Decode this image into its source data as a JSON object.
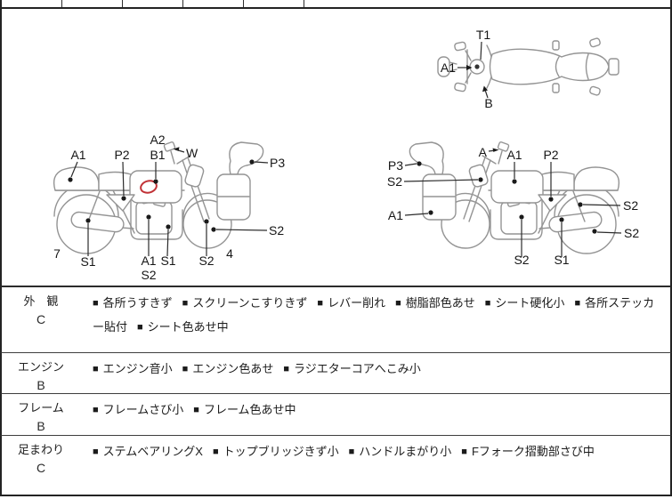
{
  "bullet": "■",
  "colors": {
    "line_art": "#949494",
    "border": "#232323",
    "leader": "#2b2b2b",
    "highlight_red": "#c13236",
    "text": "#1b1b1b"
  },
  "diagram": {
    "top_view_labels": [
      "T1",
      "A1",
      "B"
    ],
    "left_view_labels": [
      "A1",
      "P2",
      "A2",
      "B1",
      "W",
      "P3",
      "S2",
      "7",
      "S1",
      "A1",
      "S2",
      "S1",
      "S2",
      "4"
    ],
    "right_view_labels": [
      "P3",
      "S2",
      "A1",
      "A",
      "A1",
      "P2",
      "S2",
      "S2",
      "S2",
      "S1"
    ]
  },
  "inspection_rows": [
    {
      "part": "外　観",
      "grade": "C",
      "items": [
        "各所うすきず",
        "スクリーンこすりきず",
        "レバー削れ",
        "樹脂部色あせ",
        "シート硬化小",
        "各所ステッカー貼付",
        "シート色あせ中"
      ]
    },
    {
      "part": "エンジン",
      "grade": "B",
      "items": [
        "エンジン音小",
        "エンジン色あせ",
        "ラジエターコアへこみ小"
      ]
    },
    {
      "part": "フレーム",
      "grade": "B",
      "items": [
        "フレームさび小",
        "フレーム色あせ中"
      ]
    },
    {
      "part": "足まわり",
      "grade": "C",
      "items": [
        "ステムベアリングX",
        "トップブリッジきず小",
        "ハンドルまがり小",
        "Fフォーク摺動部さび中"
      ]
    }
  ]
}
